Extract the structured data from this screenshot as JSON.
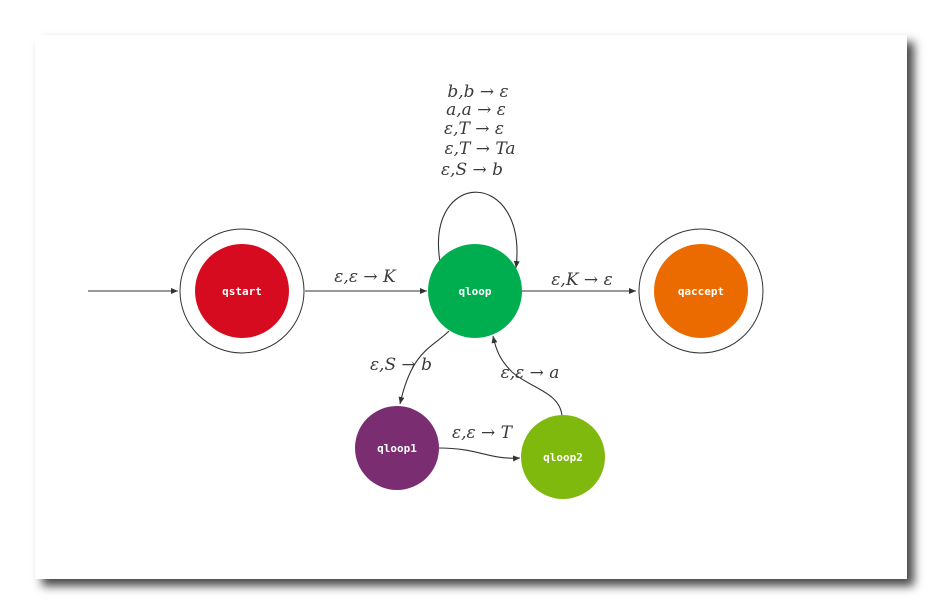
{
  "states": {
    "qstart": {
      "label": "qstart",
      "color": "#d60b1f",
      "accepting": true
    },
    "qloop": {
      "label": "qloop",
      "color": "#00ad4f",
      "accepting": false
    },
    "qaccept": {
      "label": "qaccept",
      "color": "#ec6b00",
      "accepting": true
    },
    "qloop1": {
      "label": "qloop1",
      "color": "#7b2d72",
      "accepting": false
    },
    "qloop2": {
      "label": "qloop2",
      "color": "#80b90d",
      "accepting": false
    }
  },
  "transitions": {
    "start_to_loop": "ε,ε → K",
    "loop_to_accept": "ε,K → ε",
    "loop_to_loop1": "ε,S → b",
    "loop1_to_loop2": "ε,ε → T",
    "loop2_to_loop": "ε,ε → a",
    "self_loop": [
      "b,b → ε",
      "a,a → ε",
      "ε,T → ε",
      "ε,T → Ta",
      "ε,S → b"
    ]
  }
}
